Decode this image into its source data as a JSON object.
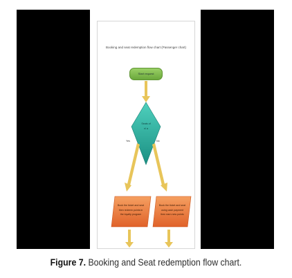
{
  "figure": {
    "caption_prefix": "Figure 7.",
    "caption_text": " Booking and Seat redemption flow chart."
  },
  "flowchart": {
    "title": "Booking and seat redemption flow chart (Passenger chart)",
    "start_label": "Start request",
    "decision_label_line1": "Seats  of",
    "decision_label_line2": "n/ a",
    "branch_left": "Yes",
    "branch_right": "No",
    "process_left": [
      "Book the ticket and seat",
      "then redeem points in",
      "the loyalty program"
    ],
    "process_right": [
      "Book the ticket and seat",
      "using cash payment",
      "then earn new points"
    ]
  },
  "colors": {
    "start_fill": "#7dbc4f",
    "decision_fill": "#2fb3a2",
    "process_fill": "#ee7a3a",
    "arrow": "#e8c55a"
  }
}
